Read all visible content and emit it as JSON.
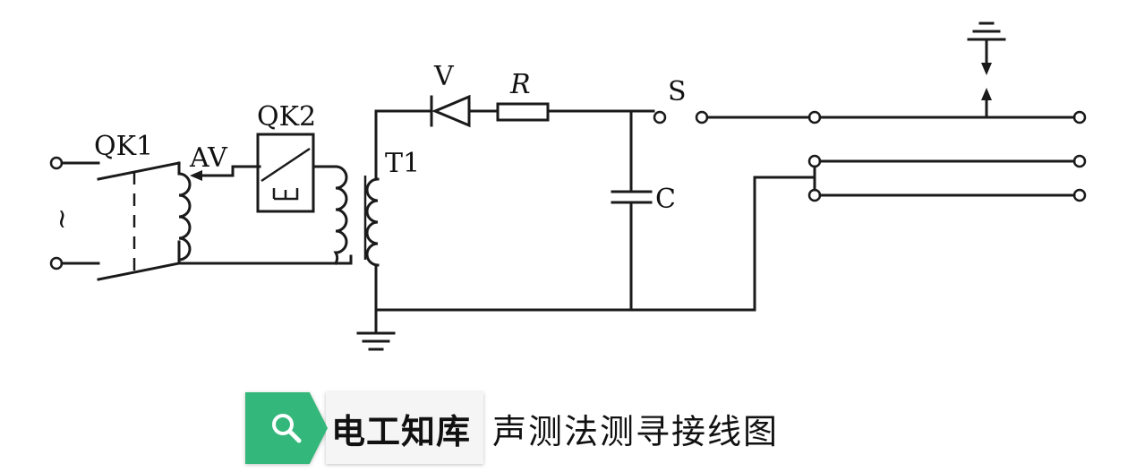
{
  "labels": {
    "qk1": "QK1",
    "av": "AV",
    "qk2": "QK2",
    "t1": "T1",
    "v": "V",
    "r": "R",
    "s": "S",
    "c": "C",
    "ac_symbol": "~"
  },
  "caption": {
    "brand": "电工知库",
    "title": "声测法测寻接线图"
  },
  "colors": {
    "brand_green": "#34b77a",
    "line": "#1a1a1a"
  },
  "icons": {
    "brand_icon": "search-icon"
  }
}
